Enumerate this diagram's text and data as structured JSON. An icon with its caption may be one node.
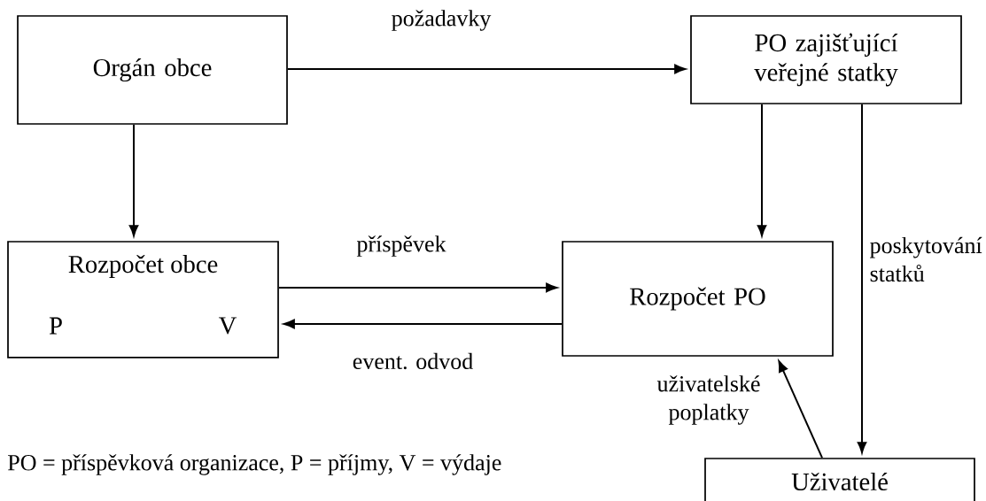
{
  "diagram": {
    "nodes": [
      {
        "text": [
          "Orgán obce"
        ]
      },
      {
        "text": [
          "PO zajišťující veřejné statky"
        ]
      },
      {
        "text": [
          "Rozpočet obce",
          "P",
          "V"
        ]
      },
      {
        "text": [
          "Rozpočet PO"
        ]
      },
      {
        "text": [
          "Uživatelé"
        ]
      }
    ],
    "edges": [
      {
        "from": 0,
        "to": 1,
        "arrow": "to",
        "label": "požadavky"
      },
      {
        "from": 0,
        "to": 2,
        "arrow": "to"
      },
      {
        "from": 1,
        "to": 3,
        "arrow": "to"
      },
      {
        "from": 1,
        "to": 4,
        "arrow": "to",
        "label": "poskytování statků"
      },
      {
        "from": 2,
        "to": 3,
        "arrow": "to",
        "label": "příspěvek"
      },
      {
        "from": 3,
        "to": 2,
        "arrow": "to",
        "label": "event. odvod"
      },
      {
        "from": 4,
        "to": 3,
        "arrow": "to",
        "label": "uživatelské poplatky"
      }
    ],
    "labels": [
      "PO = příspěvková organizace, P = příjmy, V = výdaje"
    ]
  }
}
